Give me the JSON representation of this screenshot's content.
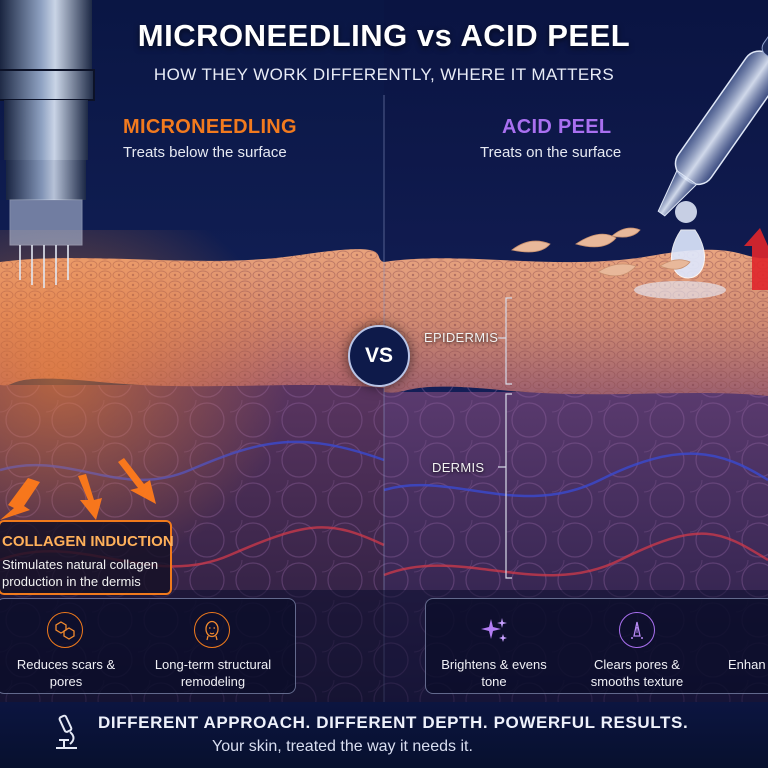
{
  "header": {
    "title": "MICRONEEDLING vs ACID PEEL",
    "subtitle": "HOW THEY WORK DIFFERENTLY, WHERE IT MATTERS"
  },
  "left": {
    "title": "MICRONEEDLING",
    "subtitle": "Treats below the surface",
    "title_color": "#f27a1e",
    "callout": {
      "title": "COLLAGEN INDUCTION",
      "text": "Stimulates natural collagen production in the dermis"
    },
    "benefits": [
      {
        "icon": "molecule-icon",
        "label": "Reduces scars & pores"
      },
      {
        "icon": "face-profile-icon",
        "label": "Long-term structural remodeling"
      }
    ]
  },
  "right": {
    "title": "ACID PEEL",
    "subtitle": "Treats on the surface",
    "title_color": "#a970f0",
    "benefits": [
      {
        "icon": "sparkle-icon",
        "label": "Brightens & evens tone"
      },
      {
        "icon": "pore-icon",
        "label": "Clears pores & smooths texture"
      },
      {
        "icon": "enhance-icon",
        "label": "Enhan"
      }
    ]
  },
  "layers": {
    "epidermis": "EPIDERMIS",
    "dermis": "DERMIS"
  },
  "vs_label": "VS",
  "footer": {
    "line1": "DIFFERENT APPROACH.  DIFFERENT DEPTH.  POWERFUL RESULTS.",
    "line2": "Your skin, treated the way it needs it.",
    "icon": "microscope-icon"
  }
}
